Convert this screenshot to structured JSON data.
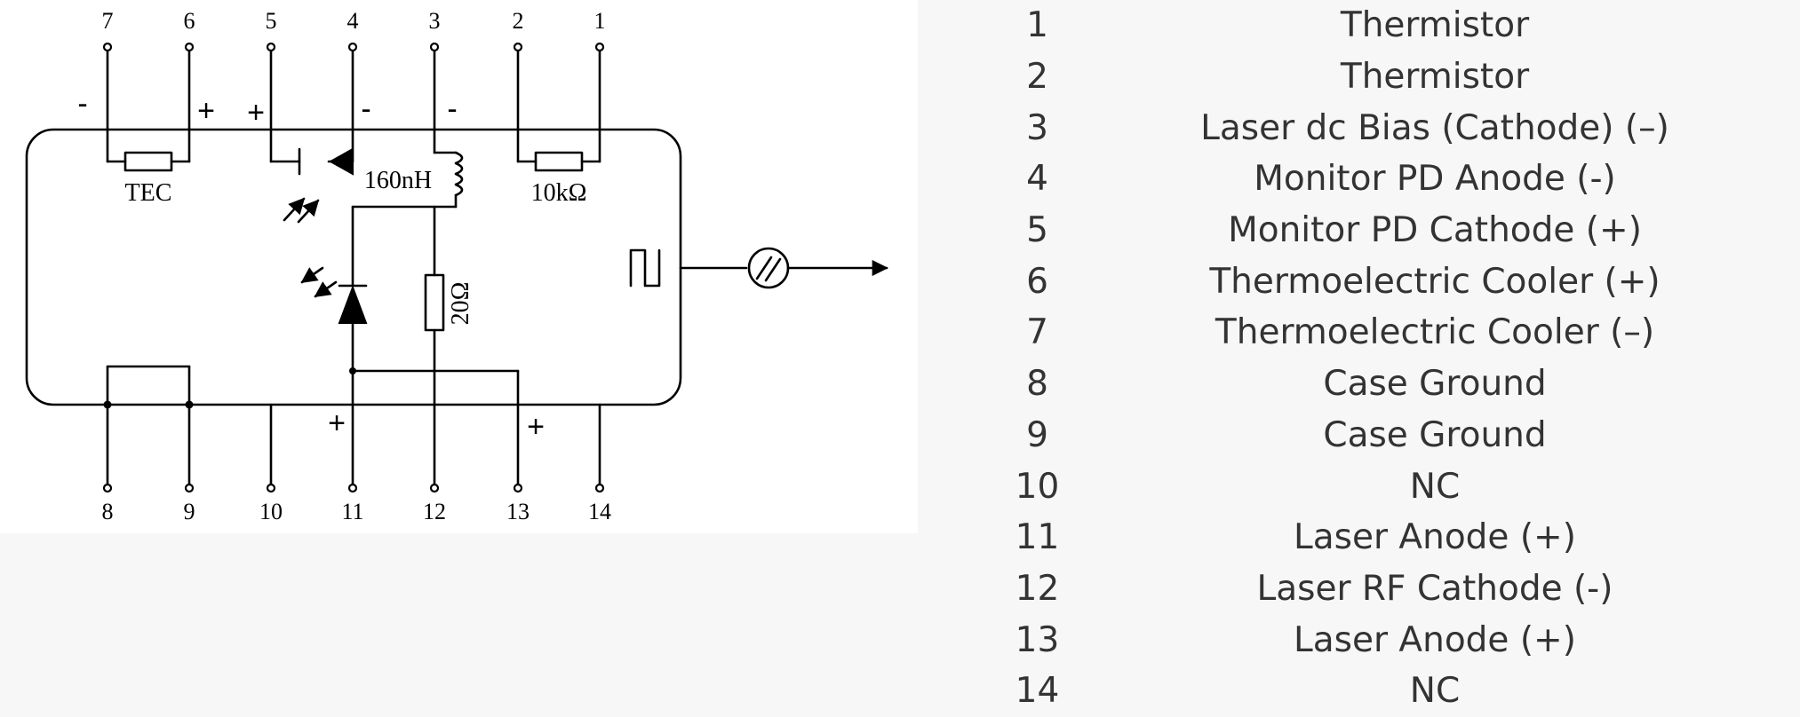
{
  "diagram": {
    "top_pins": [
      "7",
      "6",
      "5",
      "4",
      "3",
      "2",
      "1"
    ],
    "bottom_pins": [
      "8",
      "9",
      "10",
      "11",
      "12",
      "13",
      "14"
    ],
    "labels": {
      "tec": "TEC",
      "inductor": "160nH",
      "thermistor": "10kΩ",
      "resistor": "20Ω"
    },
    "signs": {
      "pin7": "-",
      "pin6": "+",
      "pin5": "+",
      "pin4": "-",
      "pin3": "-",
      "pin11": "+",
      "pin13": "+"
    }
  },
  "pin_table": [
    {
      "pin": "1",
      "description": "Thermistor"
    },
    {
      "pin": "2",
      "description": "Thermistor"
    },
    {
      "pin": "3",
      "description": "Laser dc Bias (Cathode) (–)"
    },
    {
      "pin": "4",
      "description": "Monitor PD Anode (-)"
    },
    {
      "pin": "5",
      "description": "Monitor PD Cathode (+)"
    },
    {
      "pin": "6",
      "description": "Thermoelectric Cooler (+)"
    },
    {
      "pin": "7",
      "description": "Thermoelectric Cooler (–)"
    },
    {
      "pin": "8",
      "description": "Case Ground"
    },
    {
      "pin": "9",
      "description": "Case Ground"
    },
    {
      "pin": "10",
      "description": "NC"
    },
    {
      "pin": "11",
      "description": "Laser Anode (+)"
    },
    {
      "pin": "12",
      "description": "Laser RF Cathode (-)"
    },
    {
      "pin": "13",
      "description": "Laser Anode (+)"
    },
    {
      "pin": "14",
      "description": "NC"
    }
  ]
}
